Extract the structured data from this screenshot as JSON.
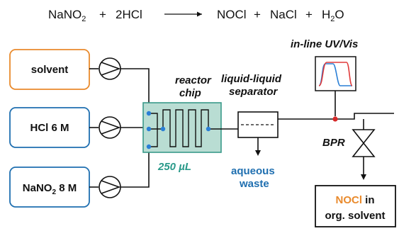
{
  "equation": {
    "reactant1": "NaNO",
    "reactant1_sub": "2",
    "plus1": "+",
    "reactant2": "2HCl",
    "product1": "NOCl",
    "plus2": "+",
    "product2": "NaCl",
    "plus3": "+",
    "product3_prefix": "H",
    "product3_sub": "2",
    "product3_suffix": "O"
  },
  "inlets": [
    {
      "label": "solvent",
      "color": "#e98a2c"
    },
    {
      "label": "HCl 6 M",
      "color": "#1f6fb0"
    },
    {
      "label_prefix": "NaNO",
      "label_sub": "2",
      "label_suffix": " 8 M",
      "color": "#1f6fb0"
    }
  ],
  "reactor": {
    "title_line1": "reactor",
    "title_line2": "chip",
    "volume": "250 µL",
    "fill_color": "#b9ddd3",
    "border_color": "#3a9a8a"
  },
  "separator": {
    "title_line1": "liquid-liquid",
    "title_line2": "separator"
  },
  "aqueous_waste": {
    "line1": "aqueous",
    "line2": "waste"
  },
  "uv": {
    "title": "in-line UV/Vis",
    "trace_red": "#e03a3a",
    "trace_blue": "#2a7fd6"
  },
  "bpr": {
    "label": "BPR"
  },
  "product": {
    "highlight": "NOCl",
    "line1_rest": " in",
    "line2": "org. solvent"
  },
  "colors": {
    "orange": "#e98a2c",
    "blue": "#1f6fb0",
    "teal": "#2a9a8a",
    "junction_red": "#d62a2a",
    "port_blue": "#2a7fd6"
  }
}
